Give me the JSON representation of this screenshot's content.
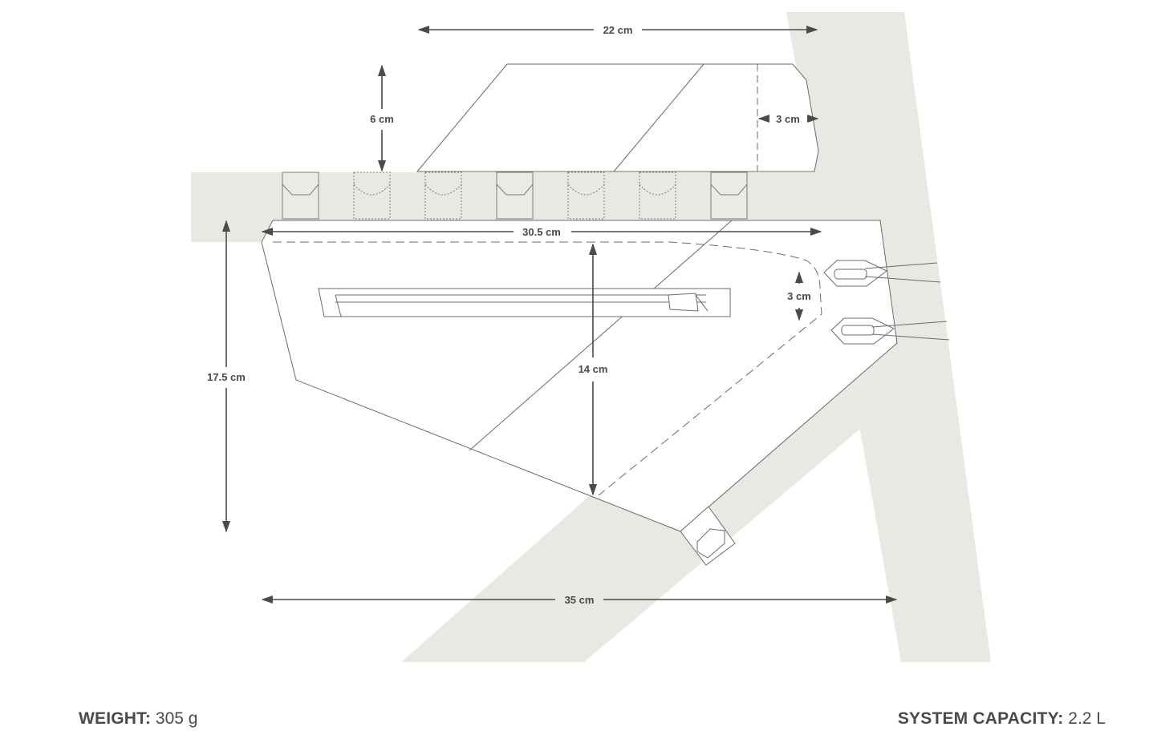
{
  "colors": {
    "frame": "#e9e9e4",
    "line": "#6b6b6b",
    "dimension": "#4a4a4a",
    "text": "#4a4a4a"
  },
  "dimensions": {
    "top_width": "22 cm",
    "top_height": "6 cm",
    "top_offset": "3 cm",
    "main_width": "30.5 cm",
    "main_height": "17.5 cm",
    "inner_height": "14 cm",
    "bottle_gap": "3 cm",
    "total_width": "35 cm"
  },
  "specs": {
    "weight_label": "WEIGHT:",
    "weight_value": "305 g",
    "capacity_label": "SYSTEM CAPACITY:",
    "capacity_value": "2.2 L"
  }
}
